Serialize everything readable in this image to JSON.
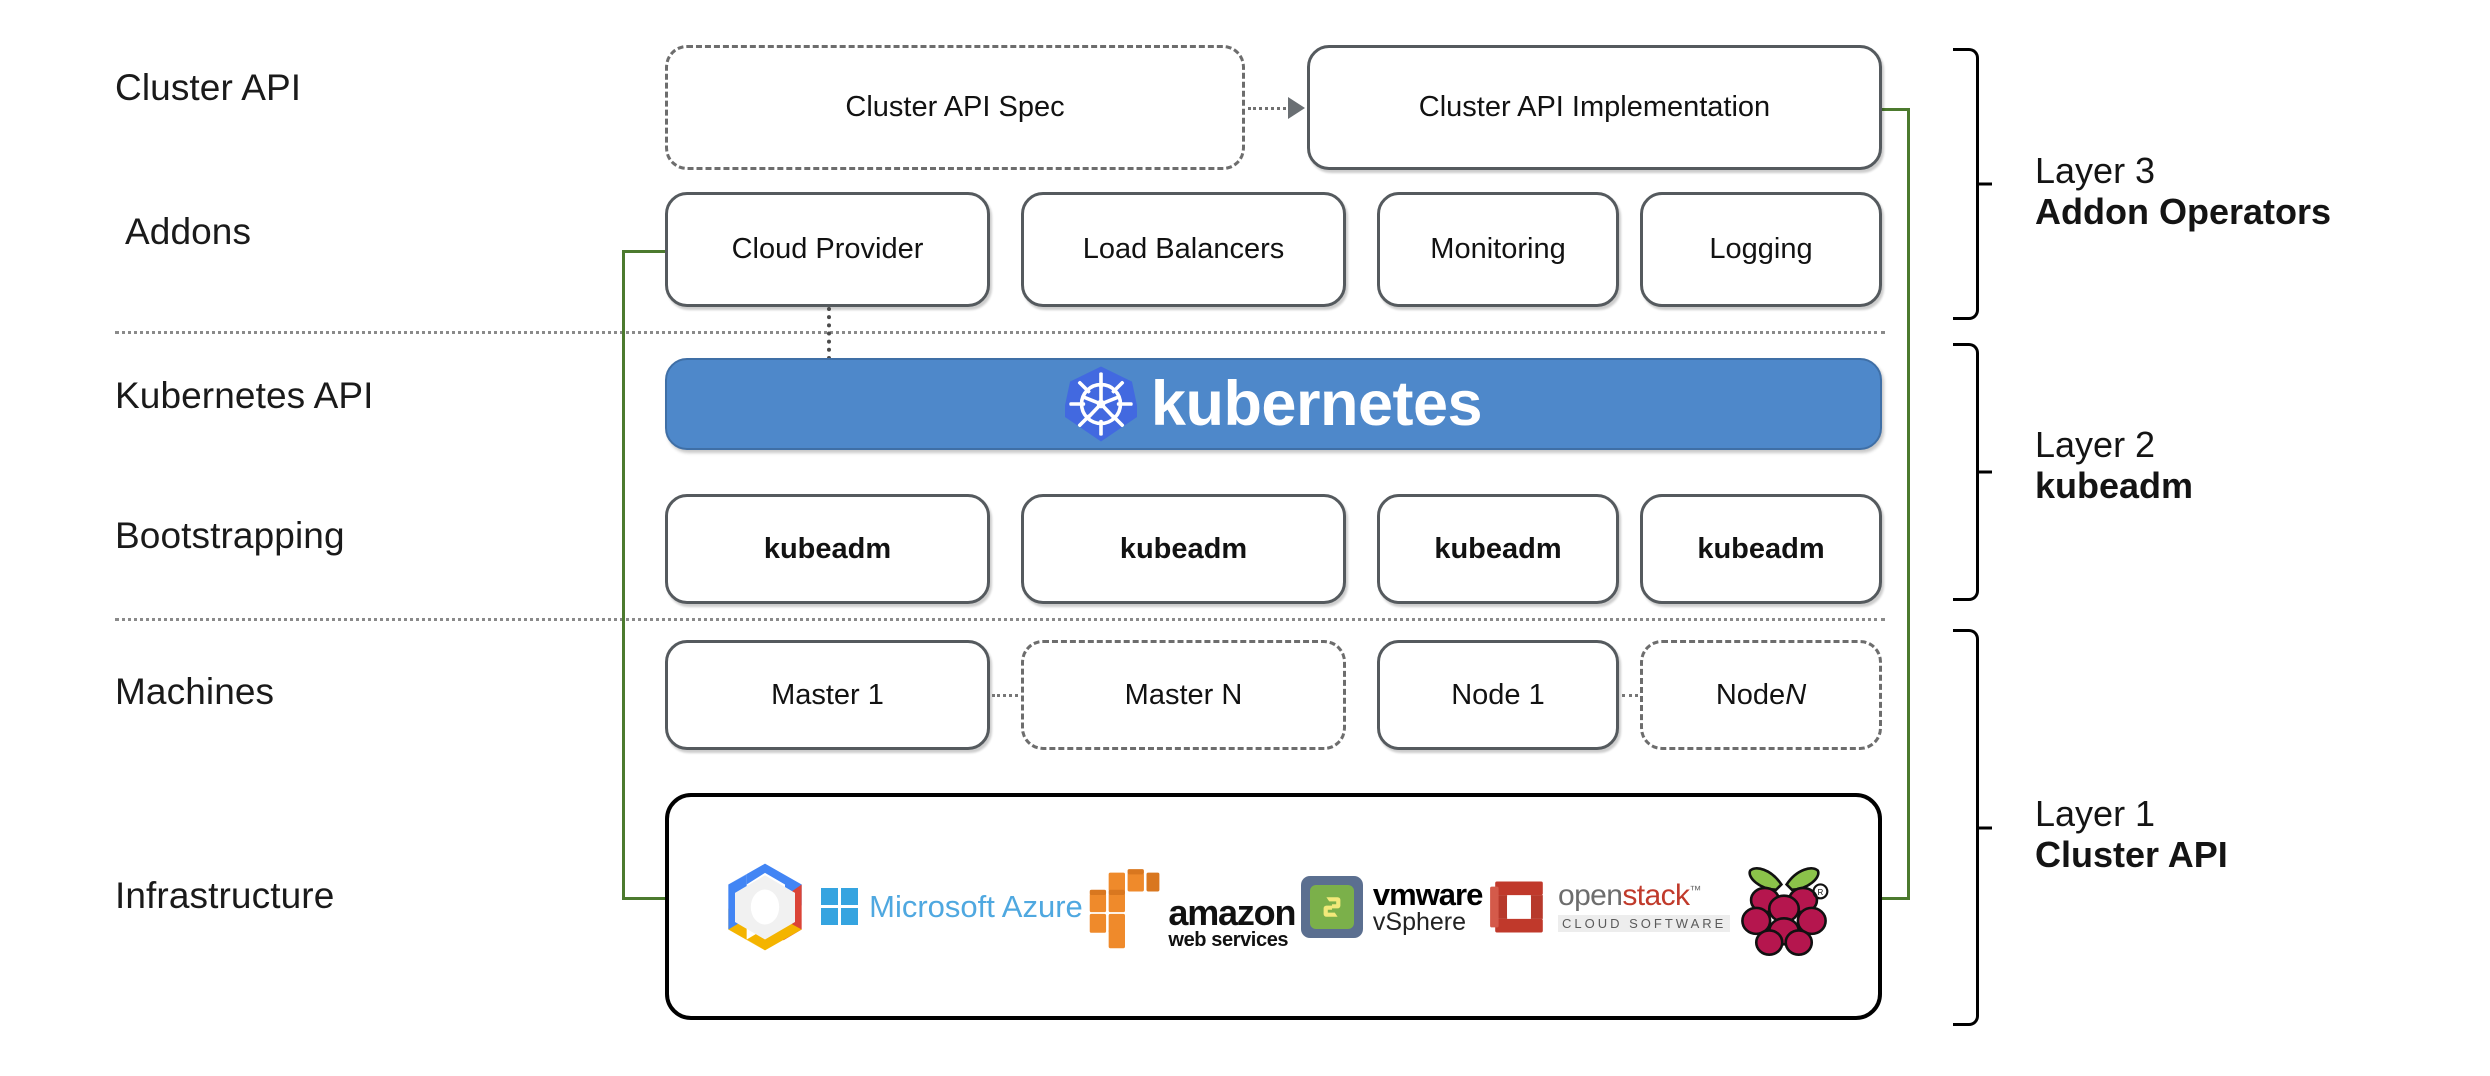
{
  "diagram": {
    "title": "Cluster API layered architecture",
    "accent_green": "#4c7a2e",
    "k8s_blue": "#4e88ca",
    "k8s_logo_blue": "#4269e0"
  },
  "row_labels": [
    {
      "id": "cluster-api",
      "text": "Cluster API"
    },
    {
      "id": "addons",
      "text": "Addons"
    },
    {
      "id": "kubernetes-api",
      "text": "Kubernetes API"
    },
    {
      "id": "bootstrapping",
      "text": "Bootstrapping"
    },
    {
      "id": "machines",
      "text": "Machines"
    },
    {
      "id": "infrastructure",
      "text": "Infrastructure"
    }
  ],
  "cluster_api_row": {
    "spec_box": "Cluster API Spec",
    "implementation_box": "Cluster API Implementation"
  },
  "addons_row": {
    "boxes": [
      "Cloud Provider",
      "Load Balancers",
      "Monitoring",
      "Logging"
    ]
  },
  "kubernetes_row": {
    "wordmark": "kubernetes",
    "logo_name": "kubernetes-helm-logo"
  },
  "bootstrapping_row": {
    "boxes": [
      "kubeadm",
      "kubeadm",
      "kubeadm",
      "kubeadm"
    ]
  },
  "machines_row": {
    "boxes": [
      {
        "label": "Master 1",
        "style": "solid"
      },
      {
        "label": "Master N",
        "style": "dashed"
      },
      {
        "label": "Node 1",
        "style": "solid"
      },
      {
        "label": "Node N",
        "style": "dashed",
        "italic_suffix": "N",
        "prefix": "Node "
      }
    ]
  },
  "infrastructure_row": {
    "providers": [
      {
        "name": "google-cloud-platform",
        "label": ""
      },
      {
        "name": "microsoft-azure",
        "label": "Microsoft Azure"
      },
      {
        "name": "amazon-web-services",
        "label": "amazon",
        "sublabel": "web services"
      },
      {
        "name": "vmware-vsphere",
        "label": "vmware",
        "sublabel": "vSphere"
      },
      {
        "name": "openstack",
        "label_open": "open",
        "label_stack": "stack",
        "sublabel": "CLOUD SOFTWARE"
      },
      {
        "name": "raspberry-pi",
        "label": ""
      }
    ]
  },
  "layers": [
    {
      "number": "Layer 3",
      "name": "Addon Operators"
    },
    {
      "number": "Layer 2",
      "name": "kubeadm"
    },
    {
      "number": "Layer 1",
      "name": "Cluster API"
    }
  ]
}
